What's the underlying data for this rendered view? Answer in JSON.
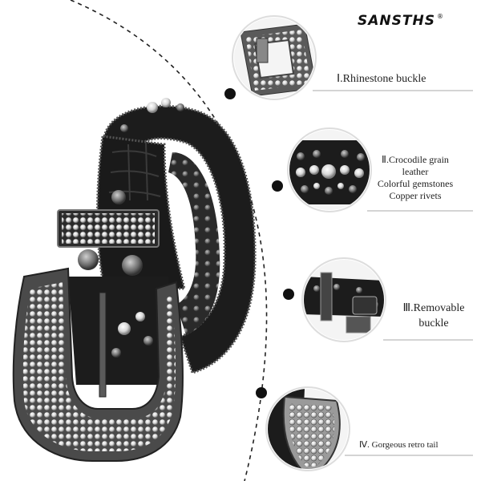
{
  "brand": {
    "name": "SANSTHS",
    "mark": "®"
  },
  "callouts": [
    {
      "lines": [
        "Ⅰ.Rhinestone buckle"
      ]
    },
    {
      "lines": [
        "Ⅱ.Crocodile grain",
        "leather",
        "Colorful gemstones",
        "Copper rivets"
      ]
    },
    {
      "lines": [
        "Ⅲ.Removable",
        "buckle"
      ]
    },
    {
      "lines": [
        "Ⅳ. Gorgeous retro tail"
      ]
    }
  ],
  "colors": {
    "leather": "#1c1c1c",
    "metal": "#8a8a8a",
    "rhinestone": "#f2f2f2",
    "accent_line": "#222222"
  }
}
